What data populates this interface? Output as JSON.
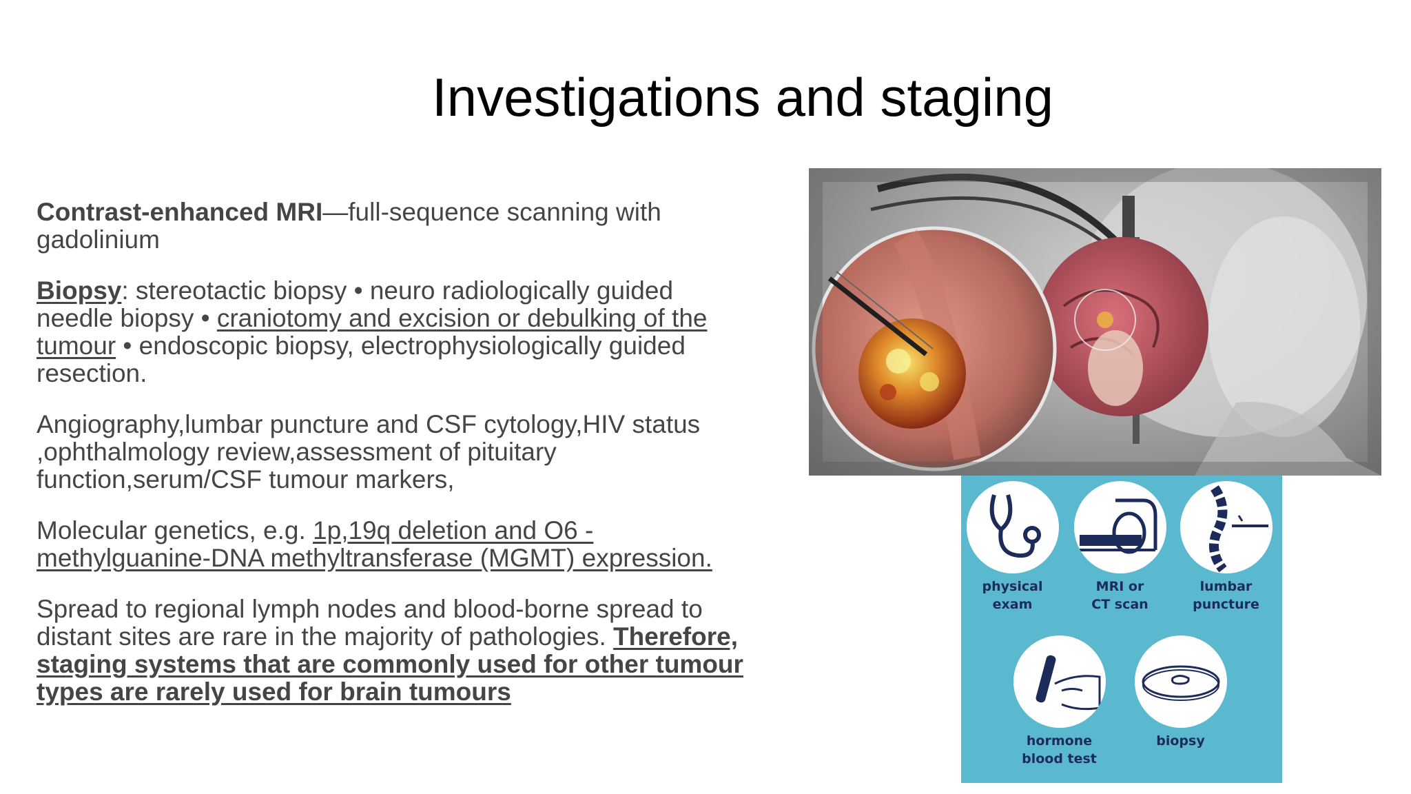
{
  "slide": {
    "title": "Investigations and staging"
  },
  "para1": {
    "bold": "Contrast-enhanced MRI",
    "text": "—full-sequence scanning with gadolinium"
  },
  "para2": {
    "heading": "Biopsy",
    "text1": ": stereotactic biopsy • neuro radiologically guided needle biopsy • ",
    "underlined": "craniotomy and excision or debulking of the tumour",
    "text2": " • endoscopic biopsy, electrophysiologically guided resection."
  },
  "para3": {
    "text": "Angiography,lumbar puncture and CSF cytology,HIV status ,ophthalmology review,assessment of pituitary function,serum/CSF tumour markers,"
  },
  "para4": {
    "text": "Molecular genetics, e.g. ",
    "underlined": "1p,19q deletion and O6 -methylguanine-DNA methyltransferase (MGMT) expression."
  },
  "para5": {
    "text": "Spread to regional lymph nodes and blood-borne spread to distant sites are rare in the majority of pathologies. ",
    "bold_underlined": "Therefore, staging systems that are commonly used for other tumour types are rarely used for brain tumours"
  },
  "tests": {
    "items": [
      {
        "line1": "physical",
        "line2": "exam",
        "icon": "stethoscope-icon"
      },
      {
        "line1": "MRI or",
        "line2": "CT scan",
        "icon": "mri-scanner-icon"
      },
      {
        "line1": "lumbar",
        "line2": "puncture",
        "icon": "spine-needle-icon"
      },
      {
        "line1": "hormone",
        "line2": "blood test",
        "icon": "blood-tube-icon"
      },
      {
        "line1": "biopsy",
        "line2": "",
        "icon": "petri-dish-icon"
      }
    ]
  },
  "colors": {
    "panel_bg": "#5bb9cf",
    "icon_navy": "#1c2b5a",
    "body_text": "#454545"
  }
}
